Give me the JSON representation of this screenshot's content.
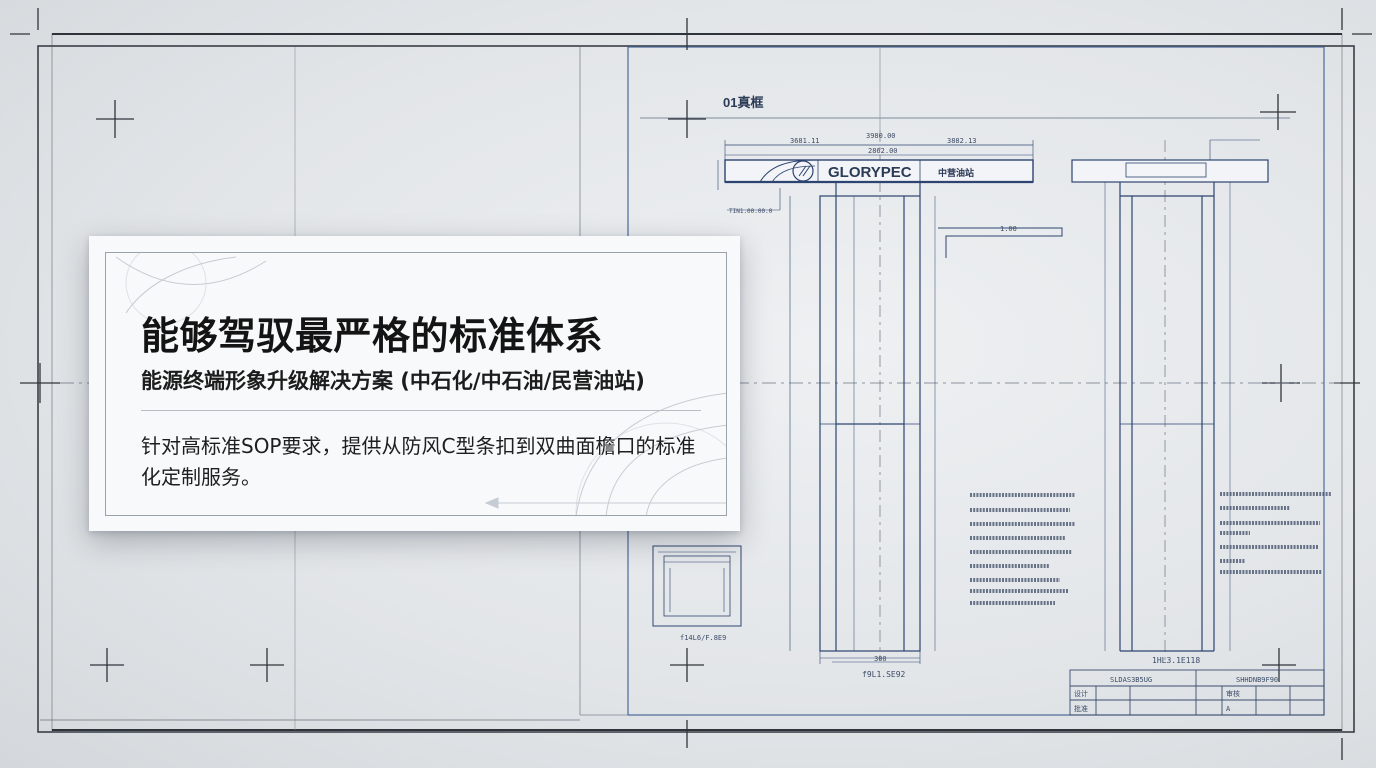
{
  "card": {
    "title": "能够驾驭最严格的标准体系",
    "subtitle": "能源终端形象升级解决方案 (中石化/中石油/民营油站)",
    "description": "针对高标准SOP要求，提供从防风C型条扣到双曲面檐口的标准化定制服务。"
  },
  "drawing": {
    "section_label": "01真框",
    "brand_text": "GLORYPEC",
    "brand_suffix": "中营油站",
    "dim_top_left": "3681.11",
    "dim_top_center": "3980.00",
    "dim_top_right": "3882.13",
    "dim_second": "2862.00",
    "dim_right_arm": "1.00",
    "dim_bottom": "300",
    "left_note": "TIN1.00.00.0",
    "caption_main": "f9L1.SE92",
    "caption_detail": "f14L6/F.8E9",
    "caption_right": "1HL3.1E118",
    "title_block_left": "SLDAS3B5UG",
    "title_block_right": "SHHDNB9F90",
    "title_block_cell1": "设计",
    "title_block_cell2": "审核",
    "title_block_cell3": "批准",
    "title_block_cell4": "A"
  }
}
